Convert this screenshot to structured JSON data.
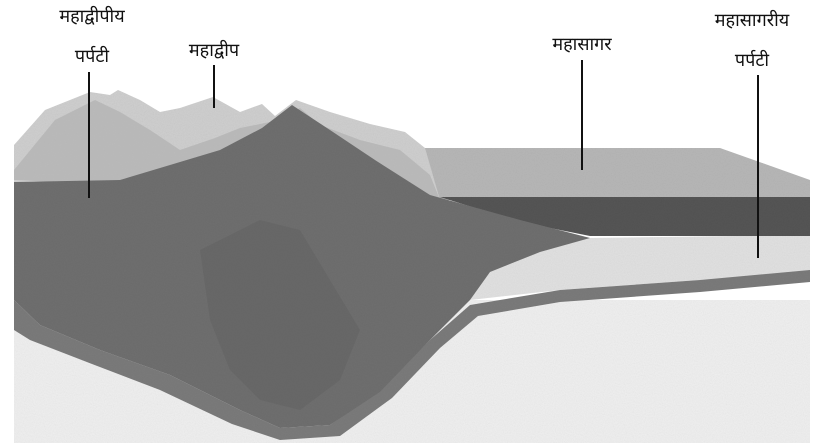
{
  "labels": {
    "continental_crust_line1": "महाद्वीपीय",
    "continental_crust_line2": "पर्पटी",
    "continent": "महाद्वीप",
    "ocean": "महासागर",
    "oceanic_crust_line1": "महासागरीय",
    "oceanic_crust_line2": "पर्पटी"
  },
  "colors": {
    "background": "#ffffff",
    "mountain_light": "#cfcfcf",
    "mountain_mid": "#a9a9a9",
    "continental_crust": "#6f6f6f",
    "continental_crust_dark": "#5c5c5c",
    "ocean_water": "#b7b7b7",
    "ocean_dark_band": "#555555",
    "oceanic_crust": "#e1e1e1",
    "lower_plate": "#7b7b7b",
    "mantle": "#efefef",
    "leader_line": "#111111"
  }
}
